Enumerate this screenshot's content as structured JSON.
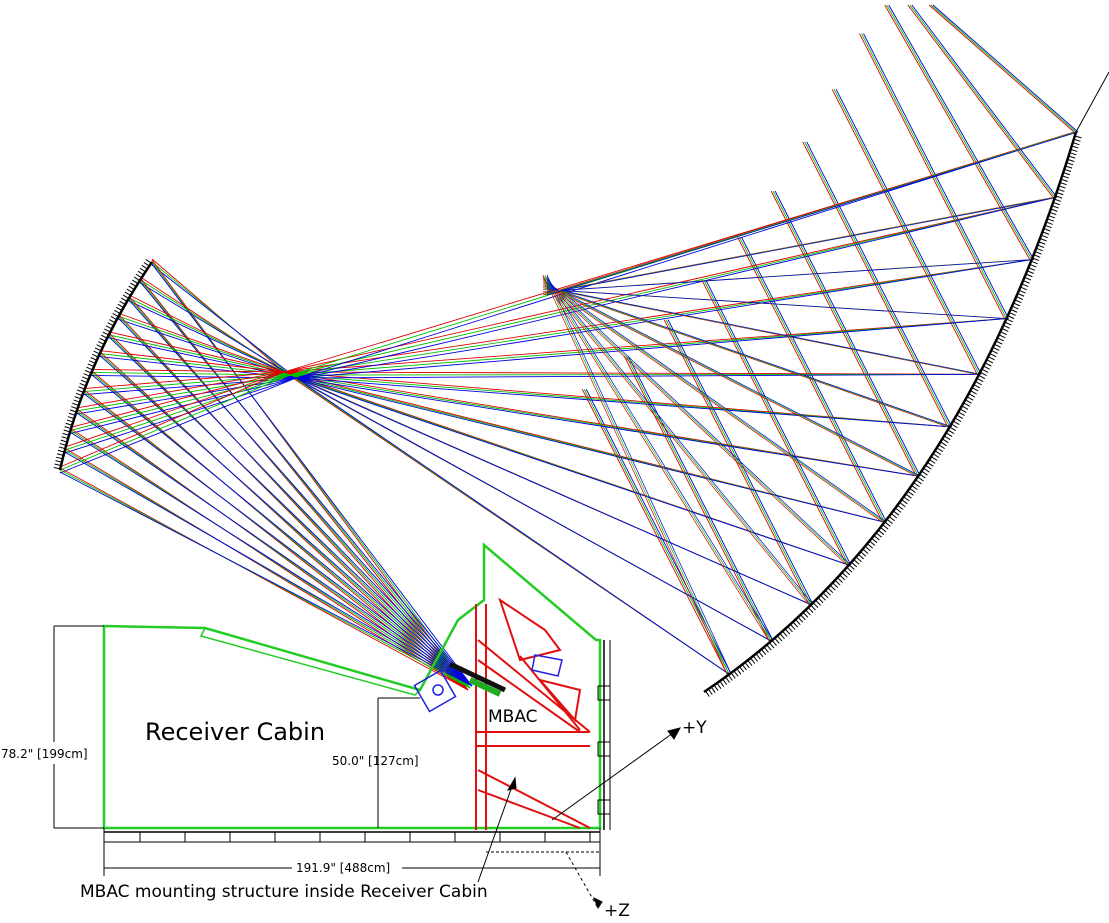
{
  "labels": {
    "receiver_cabin": "Receiver Cabin",
    "mbac": "MBAC",
    "plus_y": "+Y",
    "plus_z": "+Z",
    "mounting_caption": "MBAC mounting structure inside Receiver Cabin"
  },
  "dimensions": {
    "height_outer": "78.2\" [199cm]",
    "height_inner": "50.0\" [127cm]",
    "width": "191.9\" [488cm]"
  },
  "colors": {
    "ray_red": "#e00000",
    "ray_green": "#00c000",
    "ray_blue": "#0000e0",
    "cabin_outline": "#22cc22",
    "mbac_structure": "#e01010",
    "mirror": "#000000"
  }
}
